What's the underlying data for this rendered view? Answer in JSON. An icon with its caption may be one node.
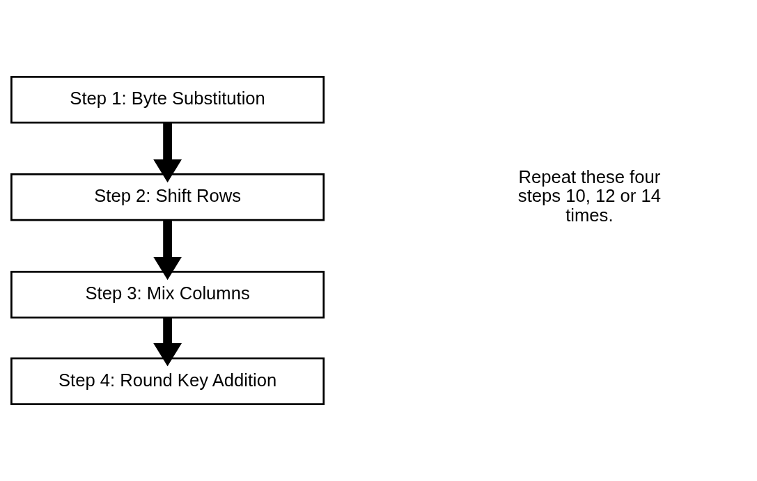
{
  "diagram": {
    "nodes": [
      {
        "text": [
          "Step 1: Byte Substitution"
        ]
      },
      {
        "text": [
          "Step 2: Shift Rows"
        ]
      },
      {
        "text": [
          "Step 3: Mix Columns"
        ]
      },
      {
        "text": [
          "Step 4: Round Key Addition"
        ]
      }
    ],
    "edges": [
      {
        "from": 0,
        "to": 1,
        "arrow": "to"
      },
      {
        "from": 1,
        "to": 2,
        "arrow": "to"
      },
      {
        "from": 2,
        "to": 3,
        "arrow": "to"
      }
    ],
    "labels": [
      "Repeat these four steps 10, 12 or 14 times."
    ]
  }
}
